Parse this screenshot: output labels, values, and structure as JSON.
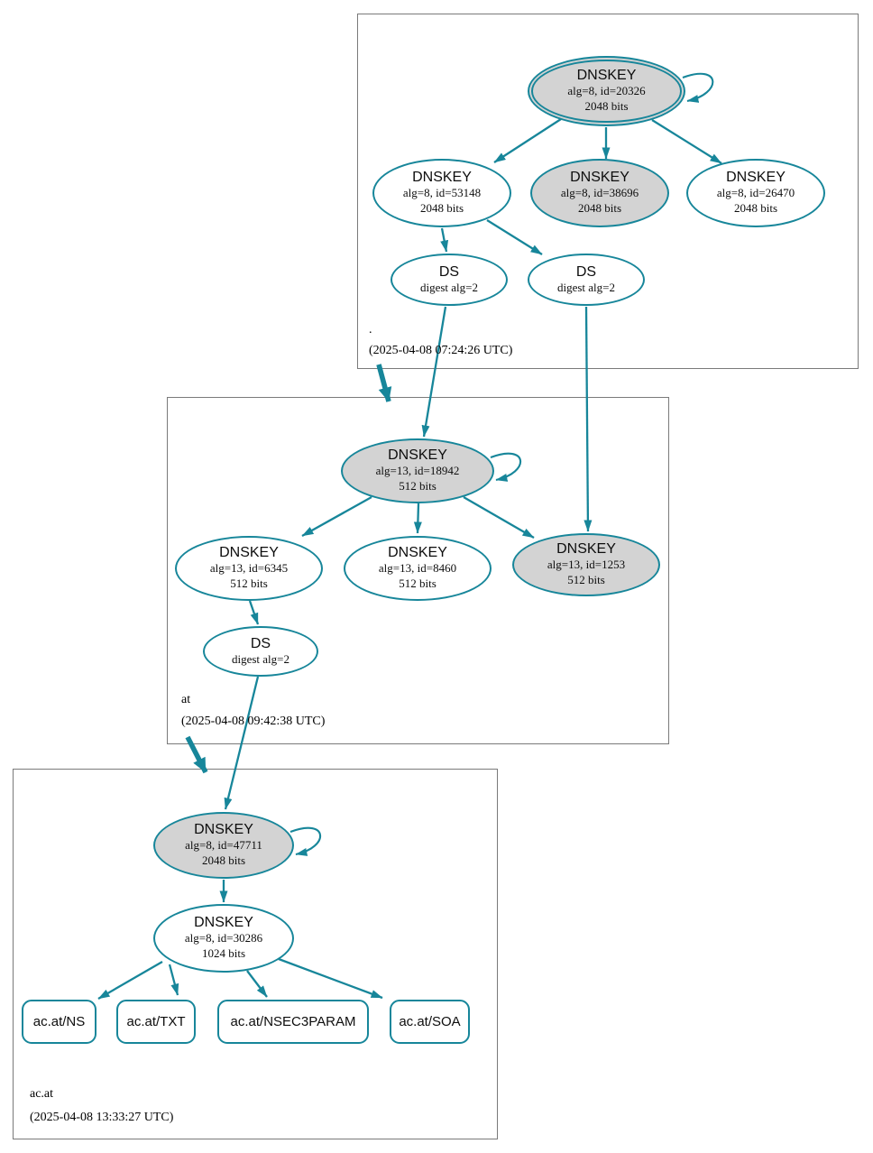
{
  "colors": {
    "edge_teal": "#17869a",
    "ksk_fill_gray": "#d3d3d3",
    "node_fill_white": "#ffffff",
    "zone_box_border": "#7a7a7a"
  },
  "zones": [
    {
      "name": ".",
      "timestamp": "(2025-04-08 07:24:26 UTC)",
      "nodes": {
        "ksk": {
          "title": "DNSKEY",
          "line2": "alg=8, id=20326",
          "line3": "2048 bits"
        },
        "zsk1": {
          "title": "DNSKEY",
          "line2": "alg=8, id=53148",
          "line3": "2048 bits"
        },
        "zsk2": {
          "title": "DNSKEY",
          "line2": "alg=8, id=38696",
          "line3": "2048 bits"
        },
        "zsk3": {
          "title": "DNSKEY",
          "line2": "alg=8, id=26470",
          "line3": "2048 bits"
        },
        "ds1": {
          "title": "DS",
          "line2": "digest alg=2"
        },
        "ds2": {
          "title": "DS",
          "line2": "digest alg=2"
        }
      }
    },
    {
      "name": "at",
      "timestamp": "(2025-04-08 09:42:38 UTC)",
      "nodes": {
        "ksk": {
          "title": "DNSKEY",
          "line2": "alg=13, id=18942",
          "line3": "512 bits"
        },
        "zsk1": {
          "title": "DNSKEY",
          "line2": "alg=13, id=6345",
          "line3": "512 bits"
        },
        "zsk2": {
          "title": "DNSKEY",
          "line2": "alg=13, id=8460",
          "line3": "512 bits"
        },
        "zsk3": {
          "title": "DNSKEY",
          "line2": "alg=13, id=1253",
          "line3": "512 bits"
        },
        "ds1": {
          "title": "DS",
          "line2": "digest alg=2"
        }
      }
    },
    {
      "name": "ac.at",
      "timestamp": "(2025-04-08 13:33:27 UTC)",
      "nodes": {
        "ksk": {
          "title": "DNSKEY",
          "line2": "alg=8, id=47711",
          "line3": "2048 bits"
        },
        "zsk1": {
          "title": "DNSKEY",
          "line2": "alg=8, id=30286",
          "line3": "1024 bits"
        }
      },
      "rrsets": [
        {
          "label": "ac.at/NS"
        },
        {
          "label": "ac.at/TXT"
        },
        {
          "label": "ac.at/NSEC3PARAM"
        },
        {
          "label": "ac.at/SOA"
        }
      ]
    }
  ]
}
